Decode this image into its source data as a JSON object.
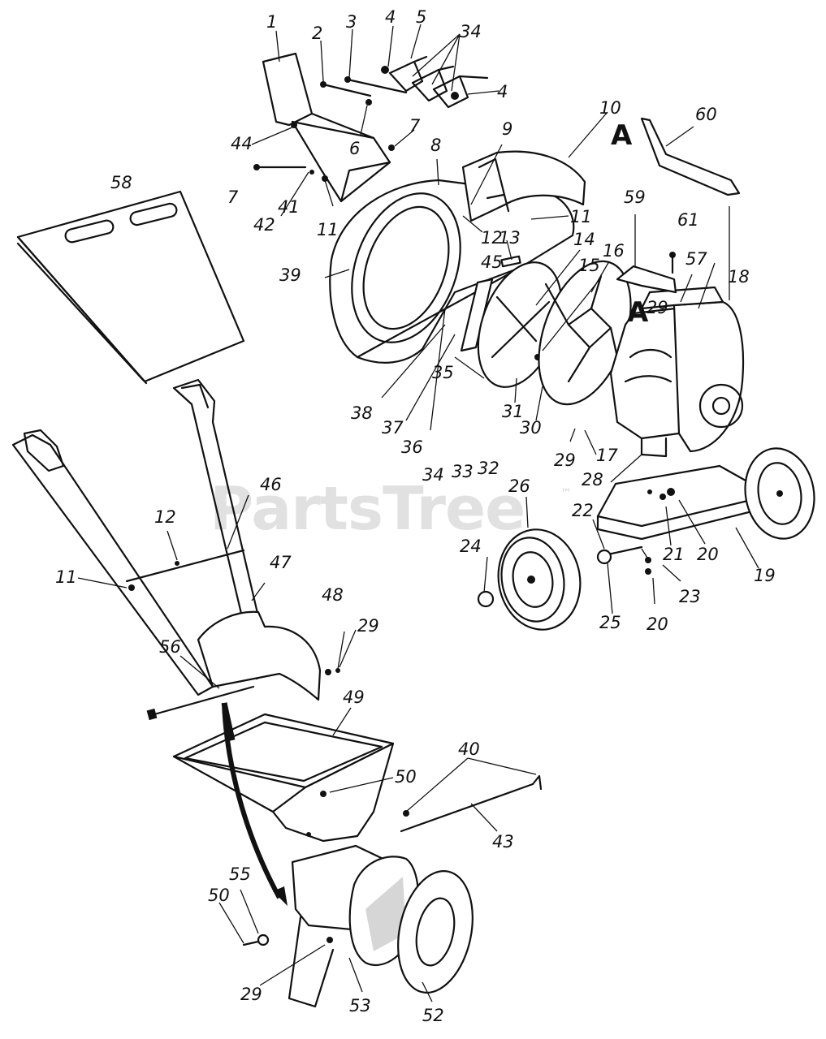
{
  "watermark": {
    "text": "PartsTree",
    "trademark": "™"
  },
  "markers": [
    "A",
    "A"
  ],
  "parts": [
    {
      "ref": "p1",
      "label": "1"
    },
    {
      "ref": "p2",
      "label": "2"
    },
    {
      "ref": "p3",
      "label": "3"
    },
    {
      "ref": "p4a",
      "label": "4"
    },
    {
      "ref": "p4b",
      "label": "4"
    },
    {
      "ref": "p5",
      "label": "5"
    },
    {
      "ref": "p34a",
      "label": "34"
    },
    {
      "ref": "p6",
      "label": "6"
    },
    {
      "ref": "p7a",
      "label": "7"
    },
    {
      "ref": "p7b",
      "label": "7"
    },
    {
      "ref": "p8",
      "label": "8"
    },
    {
      "ref": "p9",
      "label": "9"
    },
    {
      "ref": "p10",
      "label": "10"
    },
    {
      "ref": "p11a",
      "label": "11"
    },
    {
      "ref": "p11b",
      "label": "11"
    },
    {
      "ref": "p11c",
      "label": "11"
    },
    {
      "ref": "p12a",
      "label": "12"
    },
    {
      "ref": "p12b",
      "label": "12"
    },
    {
      "ref": "p13",
      "label": "13"
    },
    {
      "ref": "p14",
      "label": "14"
    },
    {
      "ref": "p15",
      "label": "15"
    },
    {
      "ref": "p16",
      "label": "16"
    },
    {
      "ref": "p17",
      "label": "17"
    },
    {
      "ref": "p18",
      "label": "18"
    },
    {
      "ref": "p19",
      "label": "19"
    },
    {
      "ref": "p20a",
      "label": "20"
    },
    {
      "ref": "p20b",
      "label": "20"
    },
    {
      "ref": "p21",
      "label": "21"
    },
    {
      "ref": "p22",
      "label": "22"
    },
    {
      "ref": "p23",
      "label": "23"
    },
    {
      "ref": "p24",
      "label": "24"
    },
    {
      "ref": "p25",
      "label": "25"
    },
    {
      "ref": "p26",
      "label": "26"
    },
    {
      "ref": "p28",
      "label": "28"
    },
    {
      "ref": "p29a",
      "label": "29"
    },
    {
      "ref": "p29b",
      "label": "29"
    },
    {
      "ref": "p29c",
      "label": "29"
    },
    {
      "ref": "p29d",
      "label": "29"
    },
    {
      "ref": "p30",
      "label": "30"
    },
    {
      "ref": "p31",
      "label": "31"
    },
    {
      "ref": "p32",
      "label": "32"
    },
    {
      "ref": "p33",
      "label": "33"
    },
    {
      "ref": "p34b",
      "label": "34"
    },
    {
      "ref": "p35",
      "label": "35"
    },
    {
      "ref": "p36",
      "label": "36"
    },
    {
      "ref": "p37",
      "label": "37"
    },
    {
      "ref": "p38",
      "label": "38"
    },
    {
      "ref": "p39",
      "label": "39"
    },
    {
      "ref": "p40",
      "label": "40"
    },
    {
      "ref": "p41",
      "label": "41"
    },
    {
      "ref": "p42",
      "label": "42"
    },
    {
      "ref": "p43",
      "label": "43"
    },
    {
      "ref": "p44",
      "label": "44"
    },
    {
      "ref": "p45",
      "label": "45"
    },
    {
      "ref": "p46",
      "label": "46"
    },
    {
      "ref": "p47",
      "label": "47"
    },
    {
      "ref": "p48",
      "label": "48"
    },
    {
      "ref": "p49",
      "label": "49"
    },
    {
      "ref": "p50a",
      "label": "50"
    },
    {
      "ref": "p50b",
      "label": "50"
    },
    {
      "ref": "p52",
      "label": "52"
    },
    {
      "ref": "p53",
      "label": "53"
    },
    {
      "ref": "p55",
      "label": "55"
    },
    {
      "ref": "p56",
      "label": "56"
    },
    {
      "ref": "p57",
      "label": "57"
    },
    {
      "ref": "p58",
      "label": "58"
    },
    {
      "ref": "p59",
      "label": "59"
    },
    {
      "ref": "p60",
      "label": "60"
    },
    {
      "ref": "p61",
      "label": "61"
    }
  ]
}
